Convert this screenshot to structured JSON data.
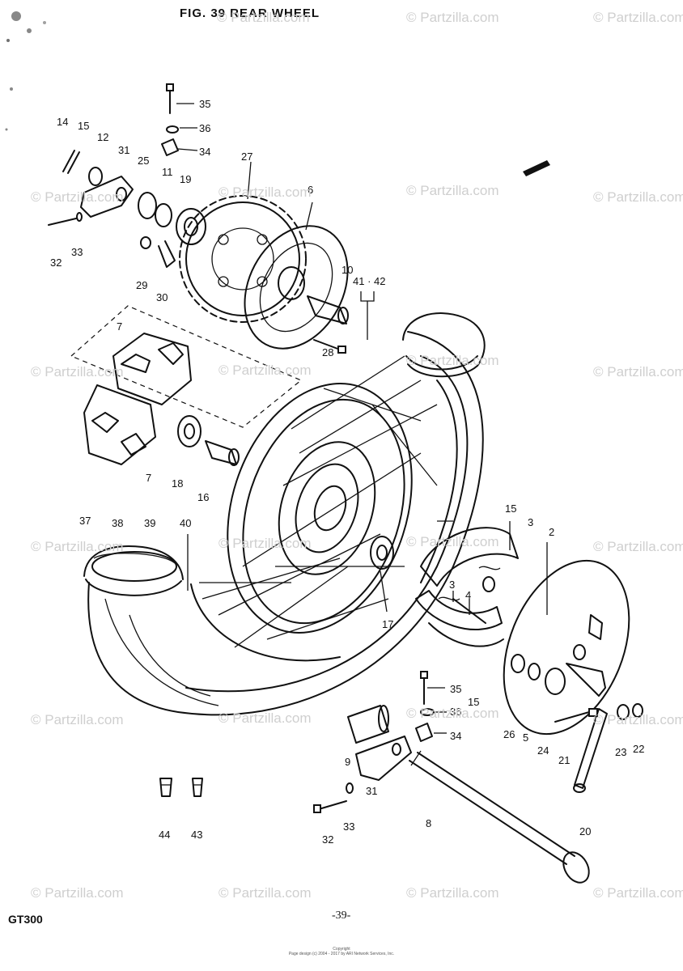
{
  "figure": {
    "title": "FIG. 39  REAR WHEEL",
    "model": "GT300",
    "page_number": "-39-"
  },
  "copyright": {
    "line1": "Copyright",
    "line2": "Page design (c) 2004 - 2017 by ARI Network Services, Inc."
  },
  "watermark": {
    "text": "© Partzilla.com"
  },
  "callouts": [
    "35",
    "36",
    "34",
    "14",
    "15",
    "12",
    "31",
    "25",
    "11",
    "19",
    "27",
    "6",
    "32",
    "33",
    "29",
    "30",
    "10",
    "41 · 42",
    "7",
    "28",
    "18",
    "16",
    "7",
    "37",
    "38",
    "39",
    "40",
    "15",
    "3",
    "2",
    "3",
    "4",
    "17",
    "35",
    "36",
    "34",
    "15",
    "9",
    "26",
    "5",
    "24",
    "21",
    "23",
    "22",
    "31",
    "33",
    "32",
    "8",
    "20",
    "44",
    "43"
  ]
}
